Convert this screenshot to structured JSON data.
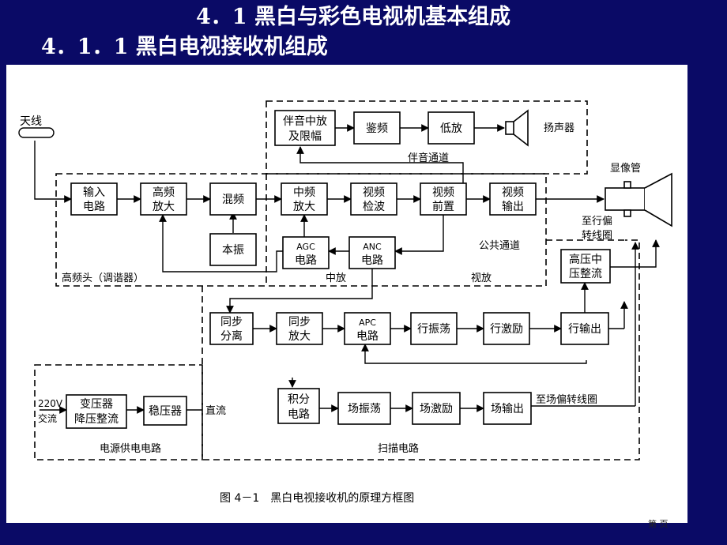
{
  "slide": {
    "title": "4．1 黑白与彩色电视机基本组成",
    "subtitle": "4．1．1 黑白电视接收机组成",
    "page_number": "第 页"
  },
  "diagram": {
    "caption": "图 4－1　黑白电视接收机的原理方框图",
    "blocks": {
      "antenna": "天线",
      "input_circuit": [
        "输入",
        "电路"
      ],
      "rf_amp": [
        "高频",
        "放大"
      ],
      "mixer": "混频",
      "local_osc": "本振",
      "if_amp": [
        "中频",
        "放大"
      ],
      "video_detector": [
        "视频",
        "检波"
      ],
      "video_preamp": [
        "视频",
        "前置"
      ],
      "video_output": [
        "视频",
        "输出"
      ],
      "sound_if_limiter": [
        "伴音中放",
        "及限幅"
      ],
      "discriminator": "鉴频",
      "audio_amp": "低放",
      "speaker": "扬声器",
      "agc": [
        "AGC",
        "电路"
      ],
      "anc": [
        "ANC",
        "电路"
      ],
      "sync_separator": [
        "同步",
        "分离"
      ],
      "sync_amp": [
        "同步",
        "放大"
      ],
      "apc": [
        "APC",
        "电路"
      ],
      "h_osc": "行振荡",
      "h_driver": "行激励",
      "h_output": "行输出",
      "hv_rectifier": [
        "高压中",
        "压整流"
      ],
      "crt": "显像管",
      "to_h_yoke": [
        "至行偏",
        "转线圈"
      ],
      "integrator": [
        "积分",
        "电路"
      ],
      "v_osc": "场振荡",
      "v_driver": "场激励",
      "v_output": "场输出",
      "to_v_yoke": "至场偏转线圈",
      "transformer": [
        "变压器",
        "降压整流"
      ],
      "regulator": "稳压器",
      "ac_input": [
        "220V",
        "交流"
      ],
      "dc": "直流"
    },
    "sections": {
      "sound_channel": "伴音通道",
      "common_channel": "公共通道",
      "tuner": "高频头（调谐器）",
      "if_section": "中放",
      "video_section": "视放",
      "scan_circuit": "扫描电路",
      "power_supply": "电源供电电路"
    }
  }
}
